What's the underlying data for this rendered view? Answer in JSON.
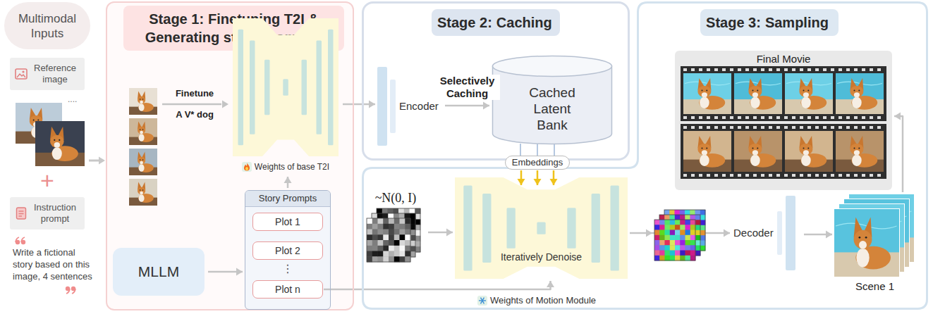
{
  "diagram": {
    "nodes": [
      {
        "text": [
          "Multimodal Inputs"
        ]
      },
      {
        "text": [
          "Reference image"
        ]
      },
      {
        "text": [
          "Instruction prompt"
        ]
      },
      {
        "text": [
          "Stage 1:",
          "Finetuning T2I & Generating story prompts"
        ]
      },
      {
        "text": [
          "Weights of base T2I"
        ],
        "in": 3
      },
      {
        "text": [
          "Story Prompts"
        ],
        "in": 3
      },
      {
        "text": [
          "Plot 1"
        ],
        "in": 5
      },
      {
        "text": [
          "Plot 2"
        ],
        "in": 5
      },
      {
        "text": [
          "Plot n"
        ],
        "in": 5
      },
      {
        "text": [
          "MLLM"
        ],
        "in": 3
      },
      {
        "text": [
          "Stage 2:",
          "Caching"
        ]
      },
      {
        "text": [
          "Encoder"
        ],
        "in": 10
      },
      {
        "text": [
          "Cached Latent Bank"
        ],
        "in": 10
      },
      {
        "text": [
          "Embeddings"
        ]
      },
      {
        "text": [
          "Stage 3:",
          "Sampling"
        ]
      },
      {
        "text": [
          "Final Movie"
        ],
        "in": 14
      },
      {
        "text": [
          "~N(0, I)"
        ],
        "in": 14
      },
      {
        "text": [
          "Iteratively Denoise"
        ],
        "in": 14
      },
      {
        "text": [
          "Decoder"
        ],
        "in": 14
      },
      {
        "text": [
          "Scene 1"
        ],
        "in": 14
      }
    ],
    "edges": [
      {
        "from": 4,
        "to": 11,
        "arrow": "to"
      },
      {
        "from": 11,
        "to": 12,
        "label": "Selectively Caching",
        "arrow": "to"
      },
      {
        "from": 9,
        "to": 5,
        "arrow": "to"
      },
      {
        "from": 5,
        "to": 4,
        "arrow": "to"
      },
      {
        "from": 12,
        "to": 13,
        "arrow": "none"
      },
      {
        "from": 13,
        "to": 17,
        "arrow": "to"
      },
      {
        "from": 16,
        "to": 17,
        "arrow": "to"
      },
      {
        "from": 8,
        "to": 17,
        "arrow": "to"
      },
      {
        "from": 17,
        "to": 18,
        "arrow": "to"
      },
      {
        "from": 18,
        "to": 19,
        "arrow": "to"
      },
      {
        "from": 19,
        "to": 15,
        "arrow": "to"
      }
    ],
    "labels": [
      "....",
      "+",
      "Write a fictional story based on this image, 4 sentences",
      "Finetune",
      "A V* dog",
      "⋮",
      "Weights of Motion Module"
    ]
  }
}
